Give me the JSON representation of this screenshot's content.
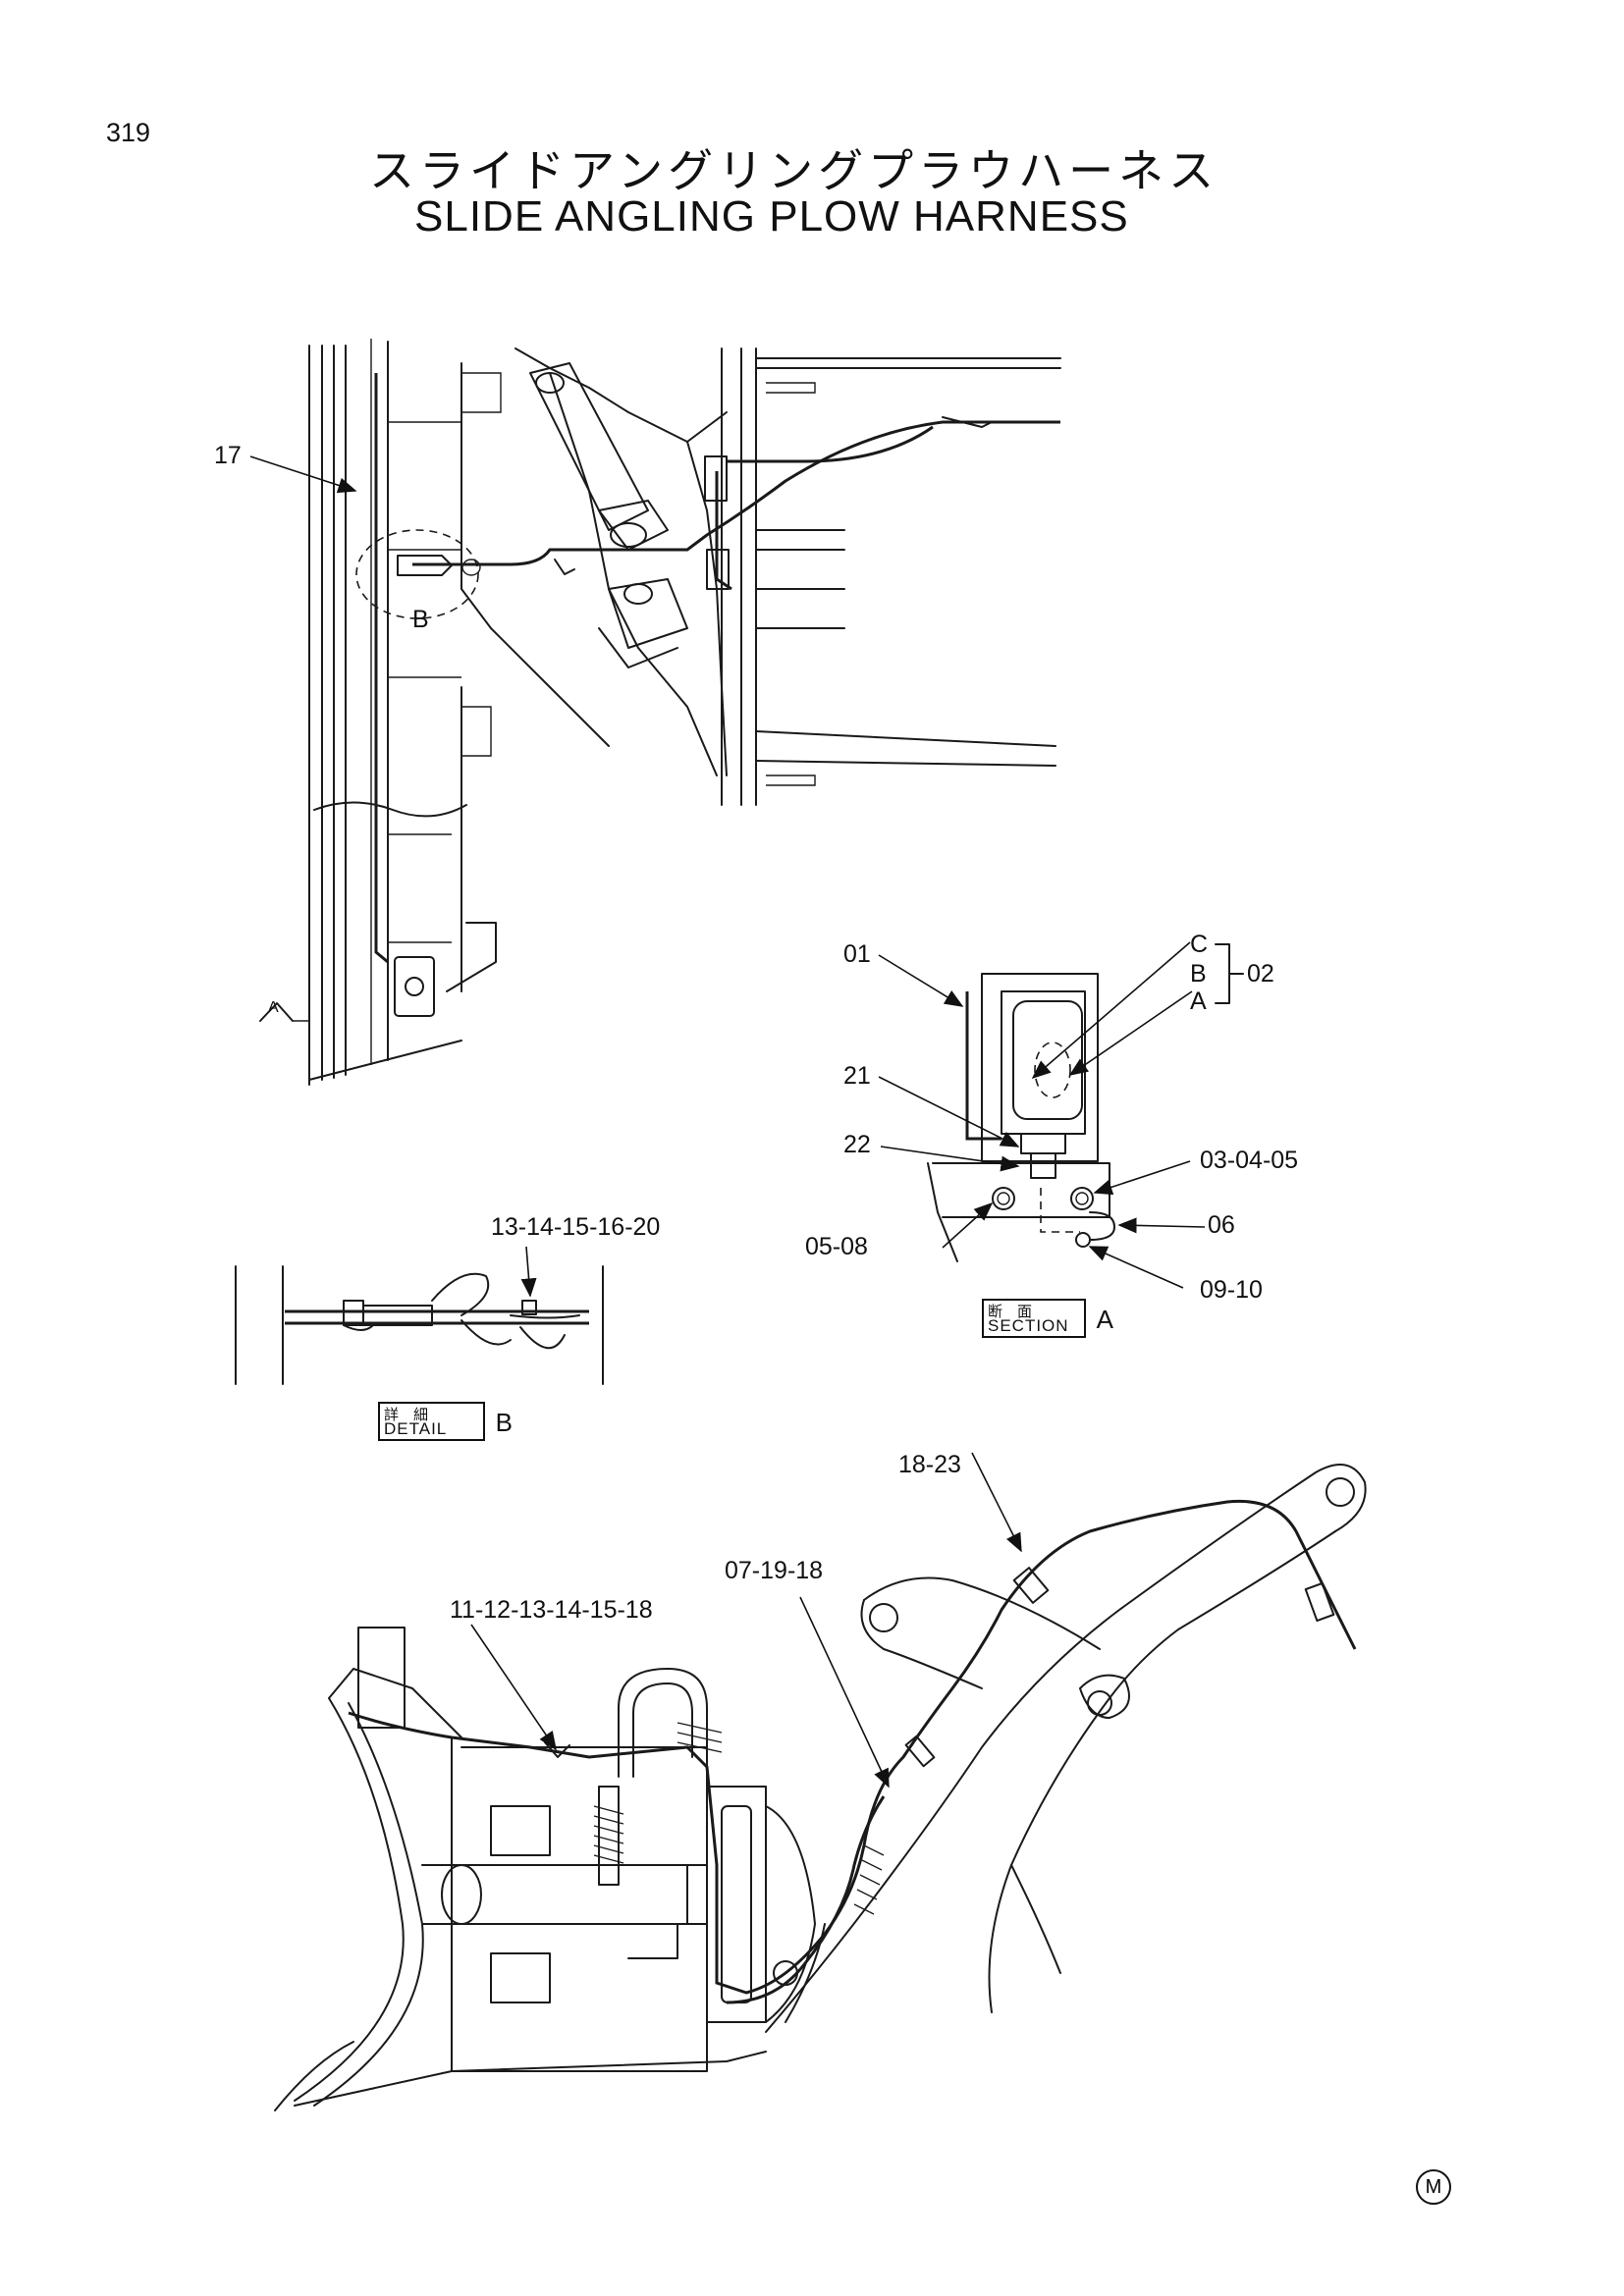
{
  "page_number": "319",
  "title_jp": "スライドアングリングプラウハーネス",
  "title_en": "SLIDE ANGLING PLOW HARNESS",
  "callouts": {
    "c17": "17",
    "cB": "B",
    "cA_marker": "A",
    "c01": "01",
    "cC": "C",
    "cB2": "B",
    "cA2": "A",
    "c02": "02",
    "c21": "21",
    "c22": "22",
    "c030405": "03-04-05",
    "c0508": "05-08",
    "c06": "06",
    "c0910": "09-10",
    "c1314": "13-14-15-16-20",
    "c1823": "18-23",
    "c071918": "07-19-18",
    "c111213": "11-12-13-14-15-18"
  },
  "section_label": {
    "jp": "断　面",
    "en": "SECTION",
    "letter": "A"
  },
  "detail_label": {
    "jp": "詳　細",
    "en": "DETAIL",
    "letter": "B"
  },
  "mark": "M"
}
